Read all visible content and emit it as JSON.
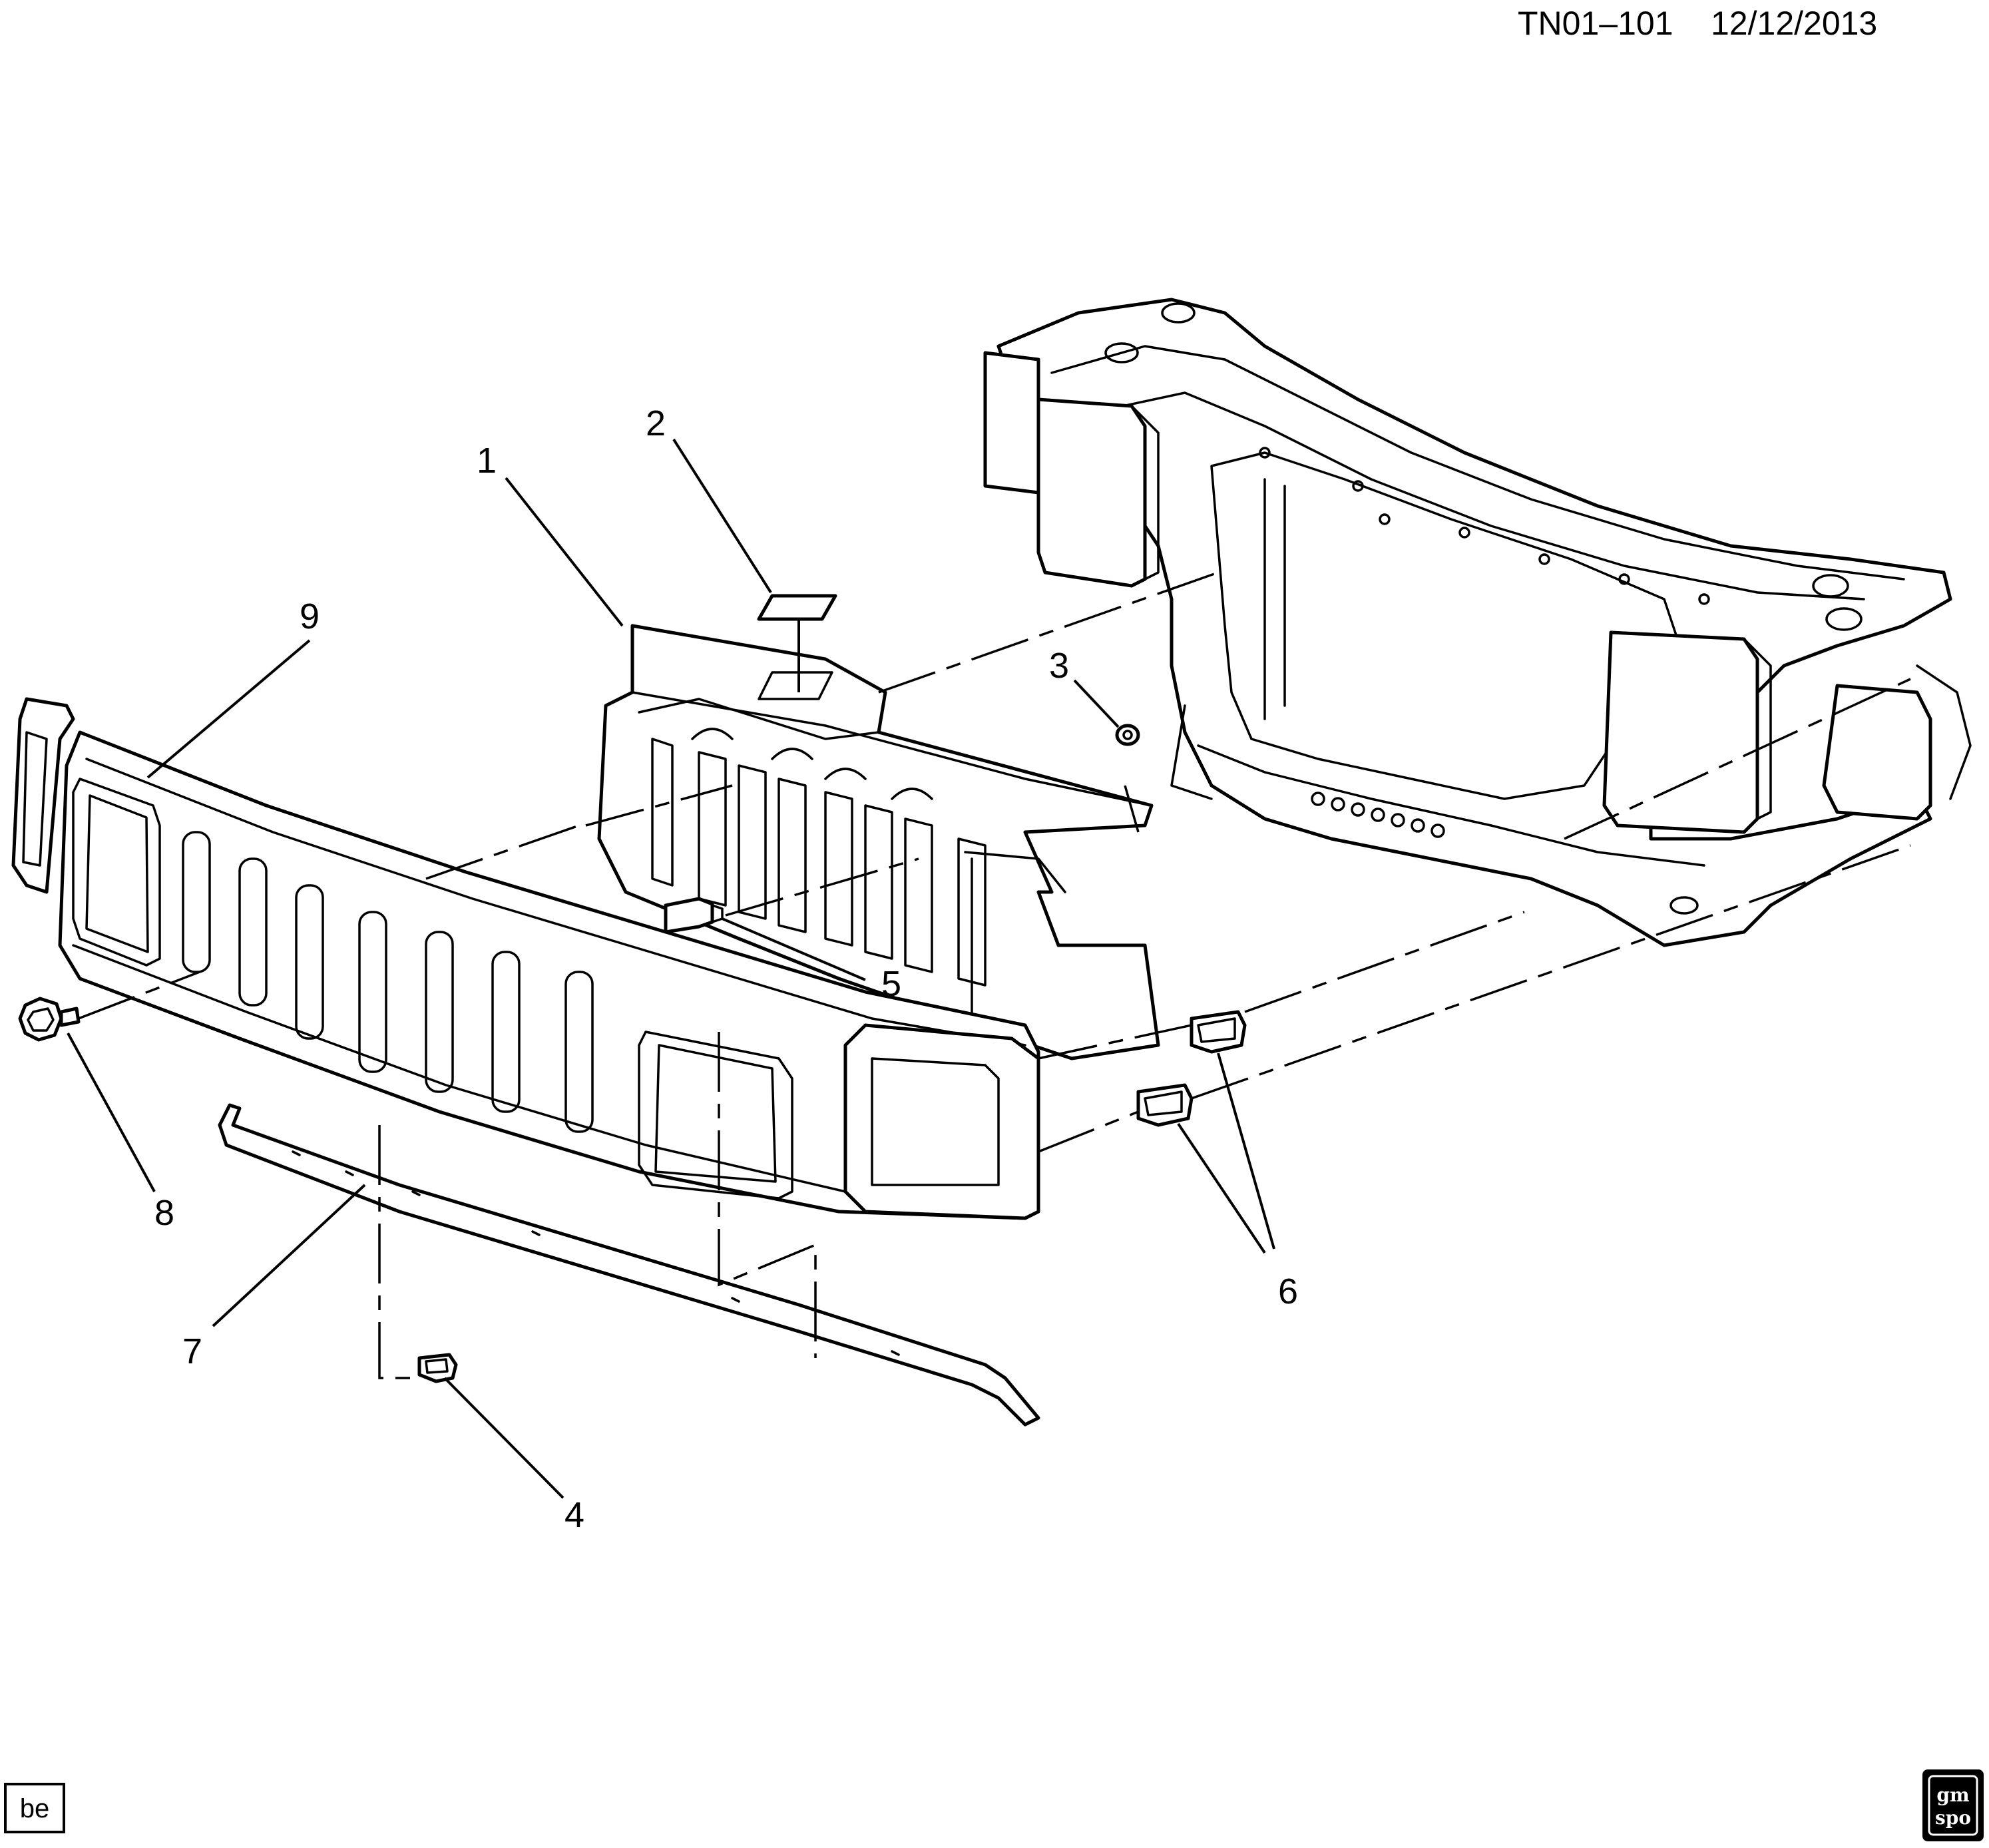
{
  "header": {
    "diagram_id": "TN01–101",
    "date": "12/12/2013"
  },
  "callouts": [
    "1",
    "2",
    "3",
    "4",
    "5",
    "6",
    "7",
    "8",
    "9"
  ],
  "footer": {
    "badge": "be",
    "logo_top": "gm",
    "logo_bottom": "spo"
  }
}
